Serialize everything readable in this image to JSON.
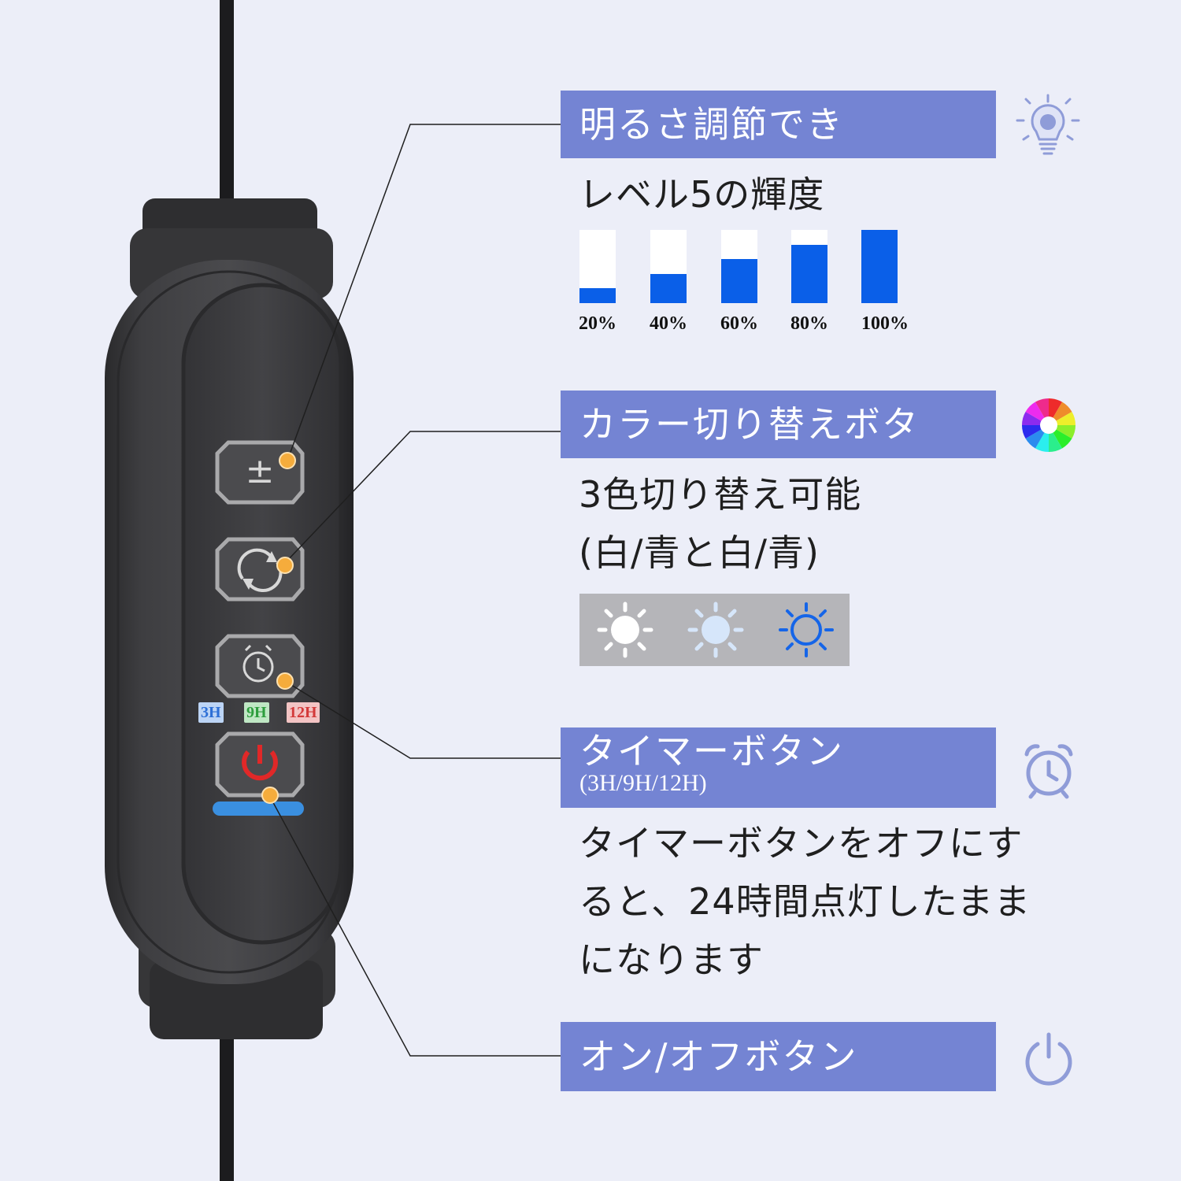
{
  "features": {
    "brightness": {
      "title": "明るさ調節でき",
      "subtitle": "レベル5の輝度",
      "icon": "lightbulb-icon",
      "levels": [
        {
          "label": "20%",
          "fill": 0.2
        },
        {
          "label": "40%",
          "fill": 0.4
        },
        {
          "label": "60%",
          "fill": 0.6
        },
        {
          "label": "80%",
          "fill": 0.8
        },
        {
          "label": "100%",
          "fill": 1.0
        }
      ]
    },
    "color": {
      "title": "カラー切り替えボタ",
      "line1": "3色切り替え可能",
      "line2": "(白/青と白/青)",
      "icon": "color-wheel-icon",
      "swatches": [
        {
          "name": "white-sun-icon",
          "color": "#ffffff"
        },
        {
          "name": "light-blue-sun-icon",
          "color": "#d6e6fa"
        },
        {
          "name": "blue-sun-icon",
          "color": "#1565e8"
        }
      ]
    },
    "timer": {
      "title": "タイマーボタン",
      "options": "(3H/9H/12H)",
      "line1": "タイマーボタンをオフにす",
      "line2": "ると、24時間点灯したまま",
      "line3": "になります",
      "icon": "alarm-clock-icon"
    },
    "power": {
      "title": "オン/オフボタン",
      "icon": "power-icon"
    }
  },
  "controller": {
    "buttons": [
      "plus-minus-button",
      "cycle-button",
      "timer-button",
      "power-button"
    ],
    "timer_chips": [
      {
        "label": "3H",
        "color": "#2d6fd6"
      },
      {
        "label": "9H",
        "color": "#2e9e3e"
      },
      {
        "label": "12H",
        "color": "#d33a3a"
      }
    ]
  },
  "colors": {
    "banner": "#7484d3",
    "bar_fill": "#0a5fe8",
    "background": "#eceef8",
    "marker": "#f5ac3c"
  }
}
